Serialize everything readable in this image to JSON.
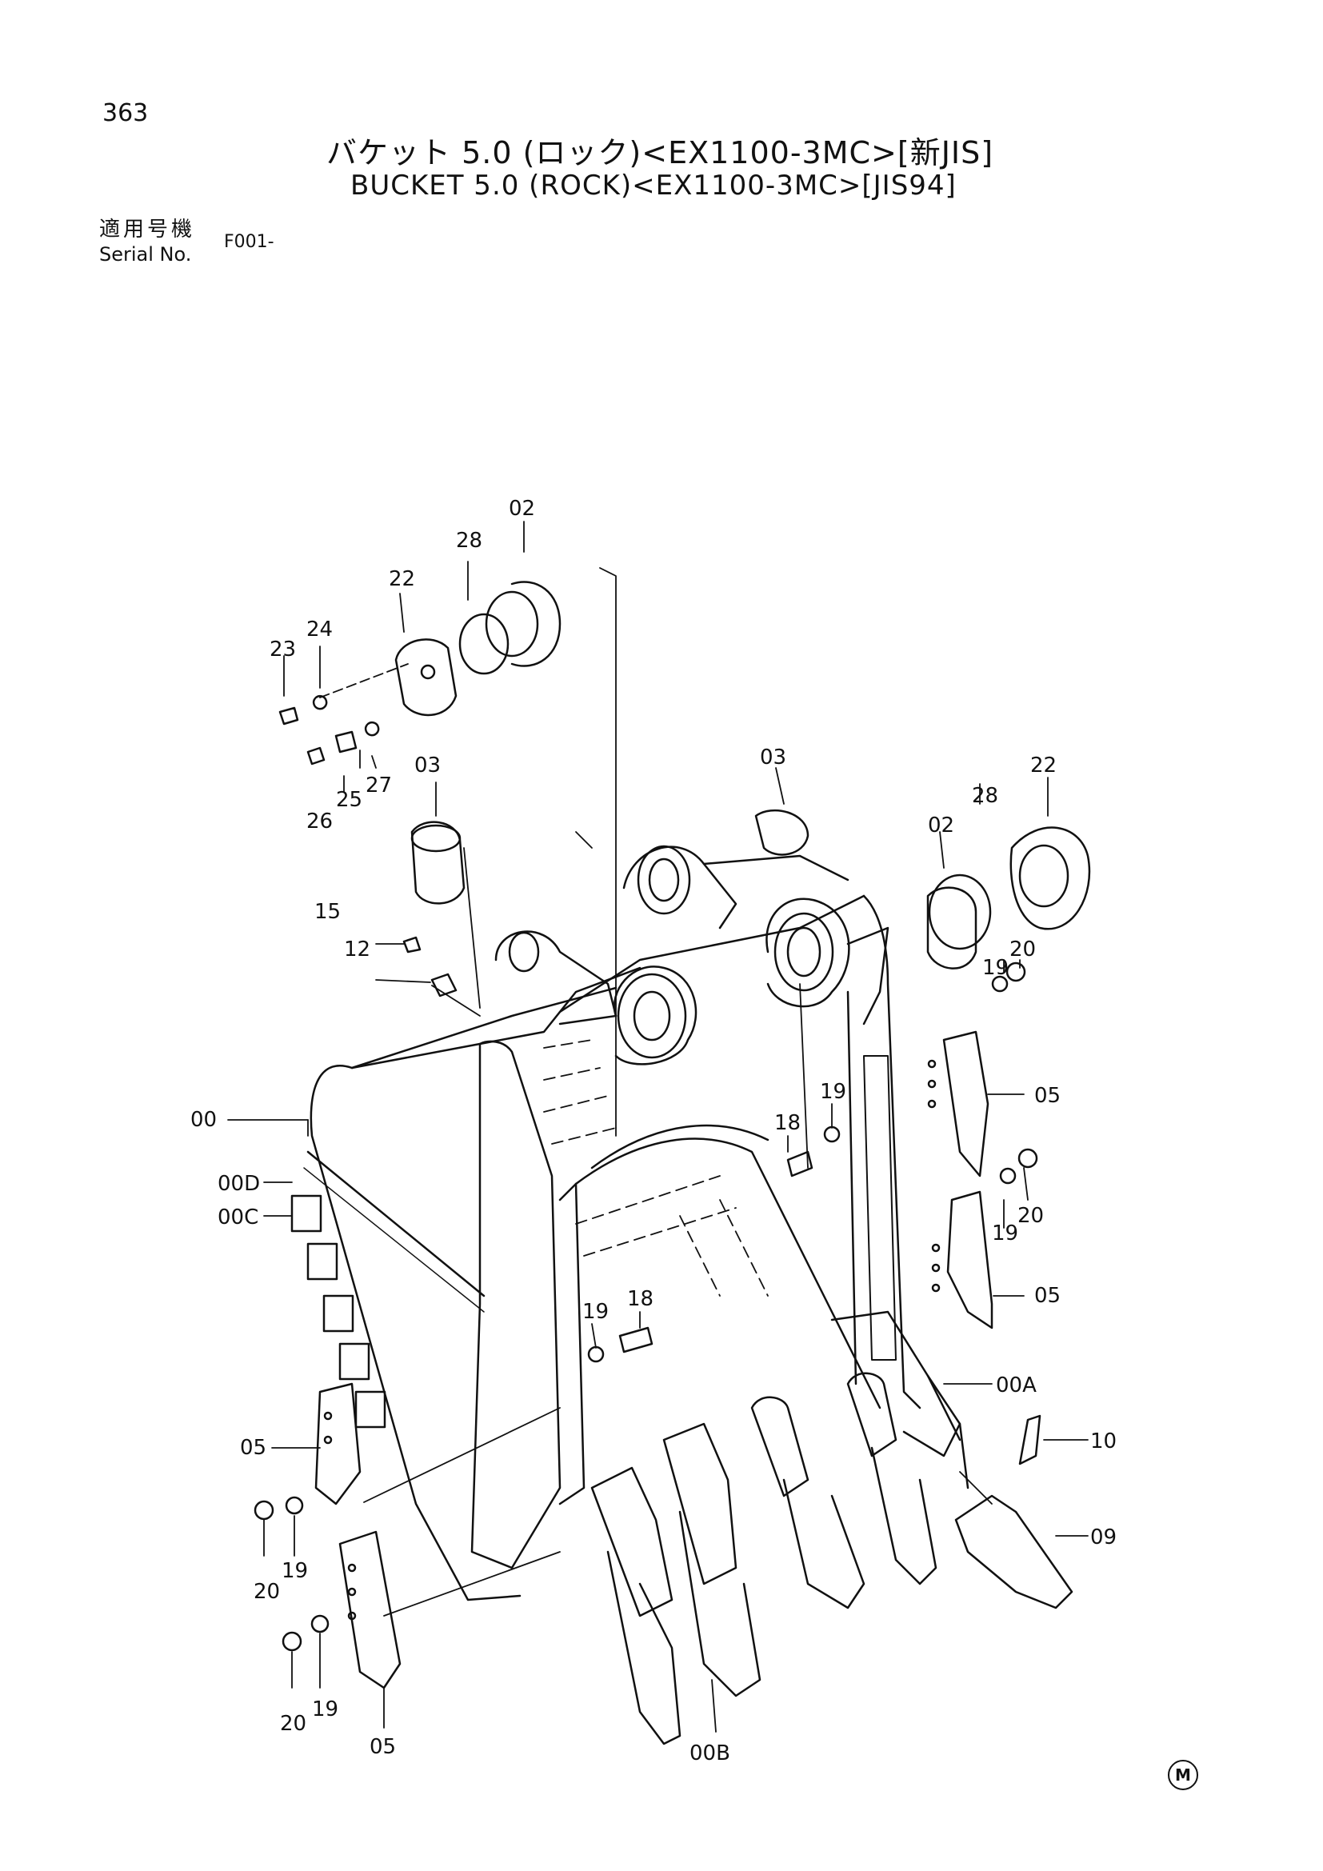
{
  "page": {
    "number": "363",
    "title_jp": "バケット 5.0 (ロック)<EX1100-3MC>[新JIS]",
    "title_en": "BUCKET 5.0 (ROCK)<EX1100-3MC>[JIS94]",
    "serial_label_jp": "適用号機",
    "serial_label_en": "Serial No.",
    "serial_value": "F001-",
    "maker_mark": "M"
  },
  "callouts": [
    {
      "id": "c-02a",
      "text": "02"
    },
    {
      "id": "c-28a",
      "text": "28"
    },
    {
      "id": "c-22a",
      "text": "22"
    },
    {
      "id": "c-23",
      "text": "23"
    },
    {
      "id": "c-24",
      "text": "24"
    },
    {
      "id": "c-25",
      "text": "25"
    },
    {
      "id": "c-26",
      "text": "26"
    },
    {
      "id": "c-27",
      "text": "27"
    },
    {
      "id": "c-03a",
      "text": "03"
    },
    {
      "id": "c-03b",
      "text": "03"
    },
    {
      "id": "c-22b",
      "text": "22"
    },
    {
      "id": "c-28b",
      "text": "28"
    },
    {
      "id": "c-02b",
      "text": "02"
    },
    {
      "id": "c-15",
      "text": "15"
    },
    {
      "id": "c-12",
      "text": "12"
    },
    {
      "id": "c-19a",
      "text": "19"
    },
    {
      "id": "c-20a",
      "text": "20"
    },
    {
      "id": "c-05a",
      "text": "05"
    },
    {
      "id": "c-19b",
      "text": "19"
    },
    {
      "id": "c-18a",
      "text": "18"
    },
    {
      "id": "c-20b",
      "text": "20"
    },
    {
      "id": "c-19c",
      "text": "19"
    },
    {
      "id": "c-05b",
      "text": "05"
    },
    {
      "id": "c-00",
      "text": "00"
    },
    {
      "id": "c-00D",
      "text": "00D"
    },
    {
      "id": "c-00C",
      "text": "00C"
    },
    {
      "id": "c-18b",
      "text": "18"
    },
    {
      "id": "c-19d",
      "text": "19"
    },
    {
      "id": "c-00A",
      "text": "00A"
    },
    {
      "id": "c-10",
      "text": "10"
    },
    {
      "id": "c-05c",
      "text": "05"
    },
    {
      "id": "c-09",
      "text": "09"
    },
    {
      "id": "c-20c",
      "text": "20"
    },
    {
      "id": "c-19e",
      "text": "19"
    },
    {
      "id": "c-20d",
      "text": "20"
    },
    {
      "id": "c-19f",
      "text": "19"
    },
    {
      "id": "c-05d",
      "text": "05"
    },
    {
      "id": "c-00B",
      "text": "00B"
    }
  ]
}
